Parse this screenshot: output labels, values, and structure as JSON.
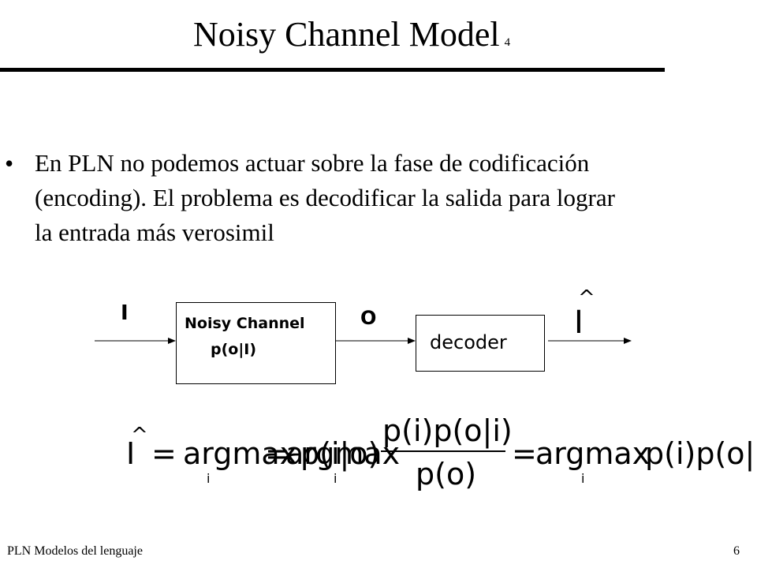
{
  "slide": {
    "title": "Noisy Channel Model",
    "title_number": "4",
    "bullet": "•",
    "bullet_lines": [
      "En PLN no podemos actuar sobre la fase de codificación",
      "(encoding). El problema es decodificar la salida para lograr",
      "la entrada más verosimil"
    ]
  },
  "diagram": {
    "input_label": "I",
    "channel_label": "Noisy Channel",
    "channel_prob": "p(o|I)",
    "output_label": "O",
    "decoder_label": "decoder",
    "estimate_label": "I",
    "estimate_hat": "^"
  },
  "formula": {
    "lhs": "I",
    "lhs_hat": "^",
    "eq1": "=",
    "argmax1": "argmax",
    "posterior": "p(i|o)",
    "sub1": "i",
    "eq2": "=",
    "argmax2": "argmax",
    "numerator": "p(i)p(o|i)",
    "denominator": "p(o)",
    "sub2": "i",
    "eq3": "=",
    "argmax3": "argmax",
    "final": "p(i)p(o|i)",
    "sub3": "i"
  },
  "footer": {
    "left": "PLN  Modelos del lenguaje",
    "page": "6"
  }
}
